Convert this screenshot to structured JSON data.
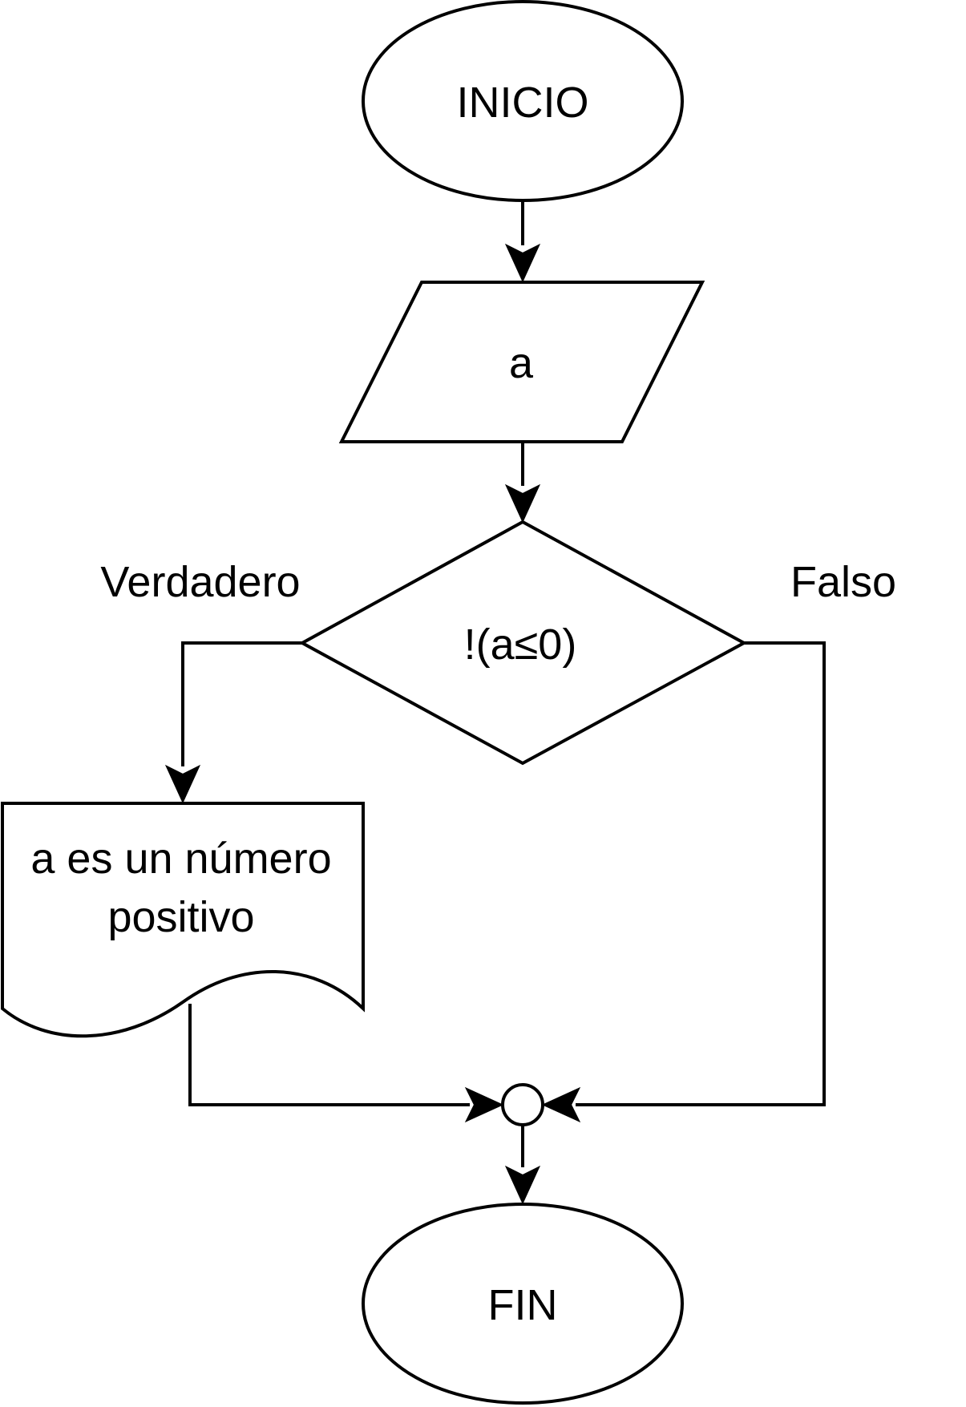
{
  "nodes": {
    "start": "INICIO",
    "input": "a",
    "decision": "!(a≤0)",
    "output_line1": "a es un número",
    "output_line2": "positivo",
    "end": "FIN"
  },
  "edges": {
    "true_label": "Verdadero",
    "false_label": "Falso"
  }
}
